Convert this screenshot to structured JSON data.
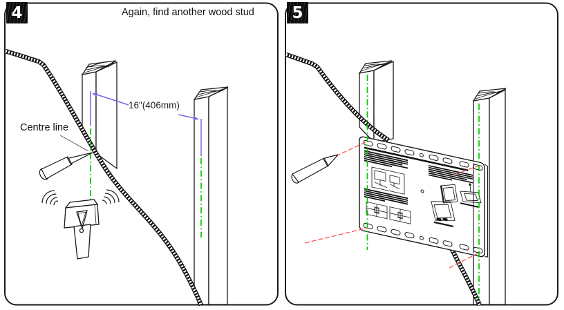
{
  "page": {
    "background": "#ffffff"
  },
  "colors": {
    "line_art": "#1a1a1a",
    "centre_line_green": "#00c800",
    "dimension_purple": "#7766e0",
    "marking_red": "#ff5252"
  },
  "panels": [
    {
      "number": "4",
      "caption": "Again, find another wood stud",
      "labels": {
        "centre_line": "Centre line",
        "stud_spacing": "16\"(406mm)"
      },
      "figures": [
        "wall-cutaway-edge",
        "wood-stud-left",
        "wood-stud-right",
        "awl-tool",
        "stud-finder-device",
        "signal-waves"
      ]
    },
    {
      "number": "5",
      "caption": "",
      "labels": {},
      "figures": [
        "wall-cutaway-edge",
        "wood-stud-left",
        "wood-stud-right",
        "pencil-tool",
        "wall-mounting-plate",
        "plate-instruction-label",
        "corner-hole-marking-lines"
      ]
    }
  ]
}
